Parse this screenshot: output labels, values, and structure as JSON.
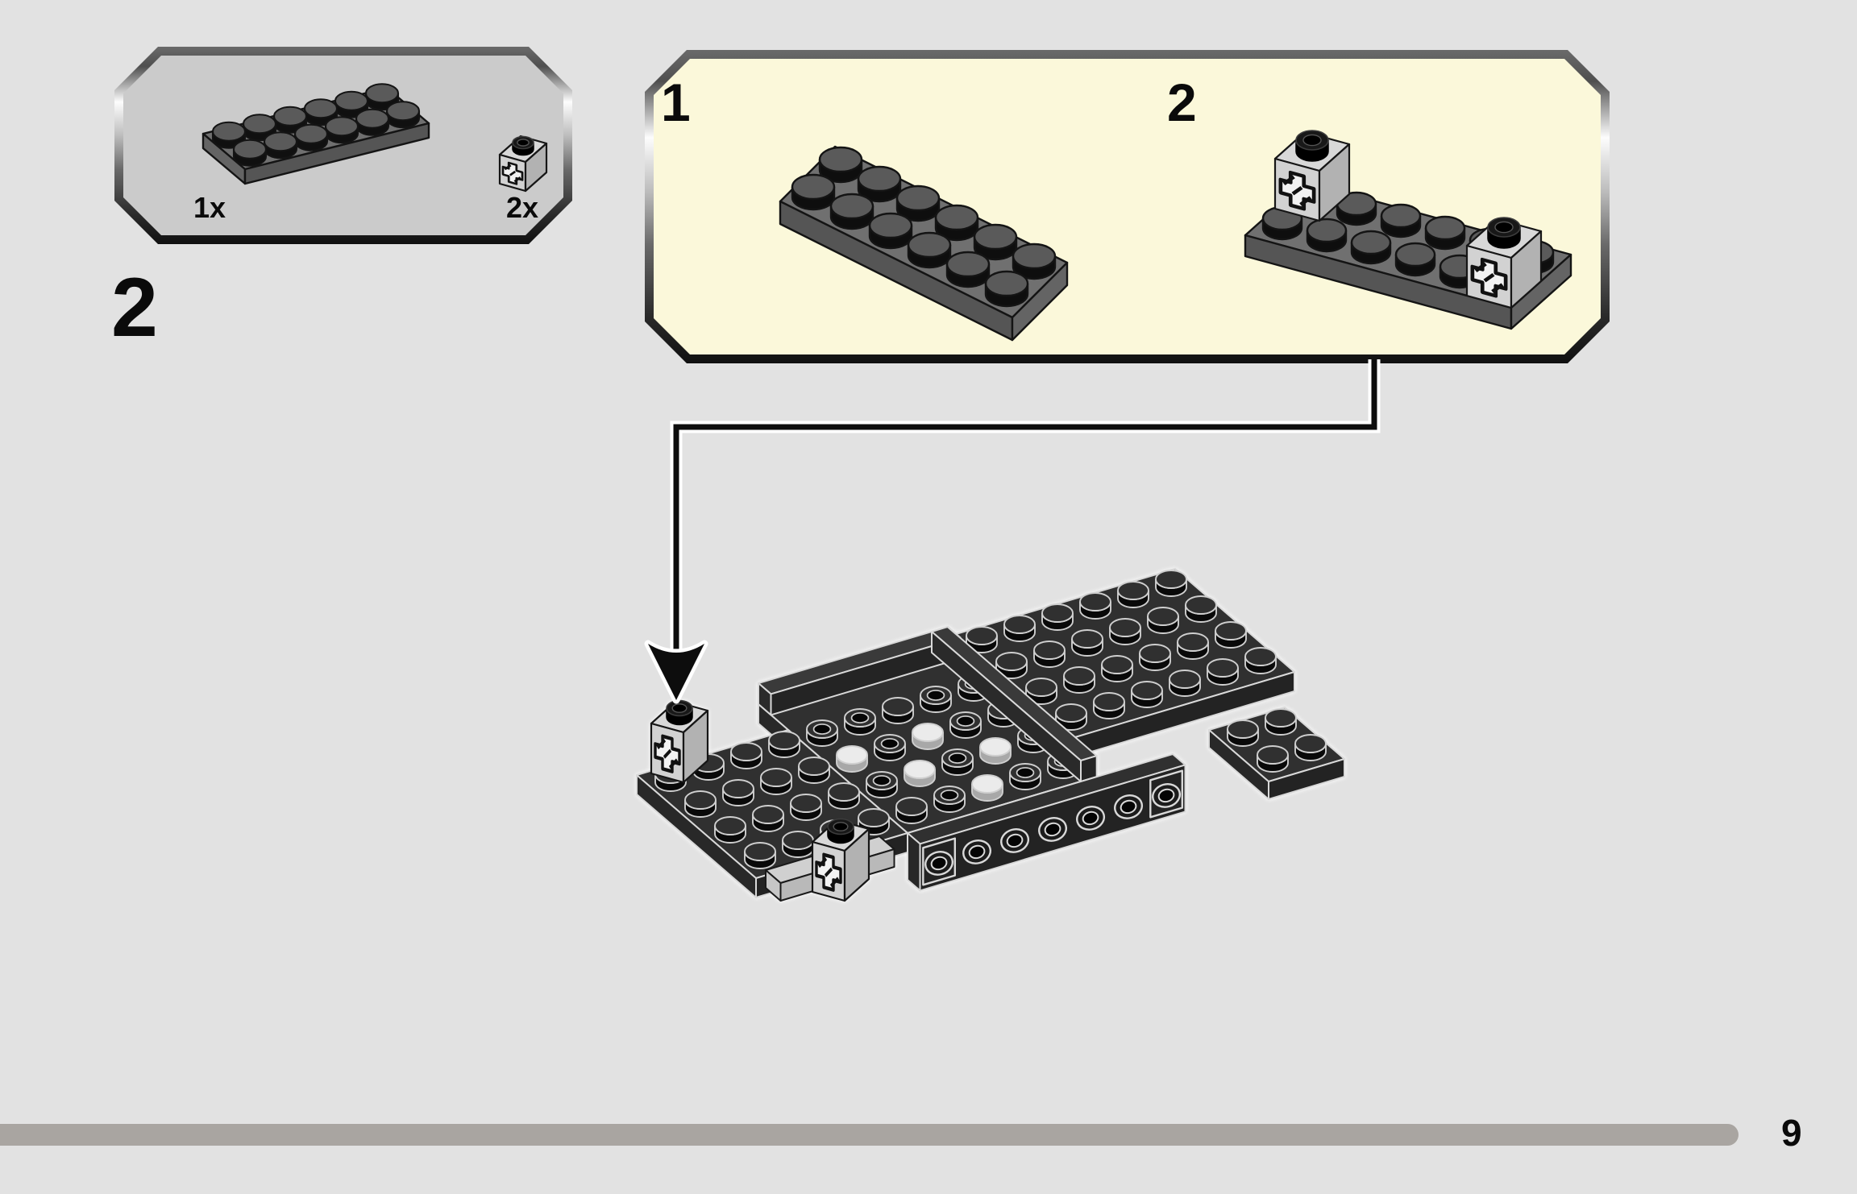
{
  "page": {
    "step_number": "2",
    "page_number": "9"
  },
  "colors": {
    "background": "#e2e2e2",
    "parts_box_fill": "#cbcbcb",
    "callout_fill": "#fbf8da",
    "progress_bar": "#a9a5a1",
    "ink": "#0a0a0a",
    "lego_dark_gray": "#6e6e6e",
    "lego_near_black": "#2f2f2f",
    "lego_light_gray": "#d2d2d2"
  },
  "parts_box": {
    "items": [
      {
        "count": "1x",
        "part_icon": "plate-2x6-dark-gray"
      },
      {
        "count": "2x",
        "part_icon": "brick-1x1-technic-axle-hole"
      }
    ]
  },
  "callout": {
    "substeps": [
      {
        "label": "1",
        "shows": "plate-2x6"
      },
      {
        "label": "2",
        "shows": "plate-2x6-with-two-technic-bricks"
      }
    ]
  },
  "main_diagram": {
    "shows": "chassis-assembly-with-two-technic-bricks",
    "arrow_icon": "down-arrow"
  }
}
